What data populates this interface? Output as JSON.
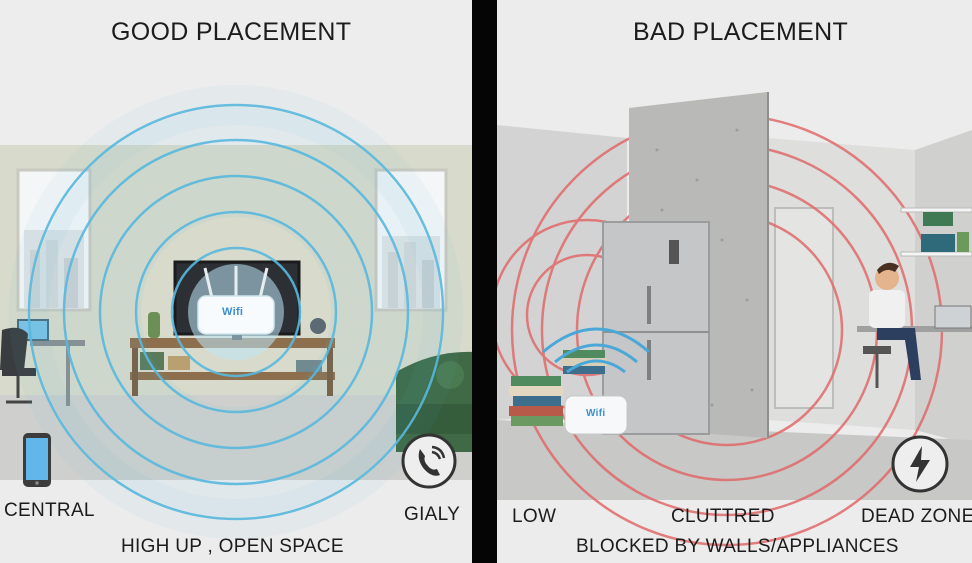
{
  "good": {
    "title": "GOOD PLACEMENT",
    "router_logo": "Wifi",
    "label_left": "CENTRAL",
    "label_right": "GIALY",
    "caption": "HIGH UP , OPEN SPACE",
    "icons": [
      "smartphone-icon",
      "phone-call-icon"
    ],
    "signal_color": "#59b8dd"
  },
  "bad": {
    "title": "BAD PLACEMENT",
    "router_logo": "Wifi",
    "label_left": "LOW",
    "label_center": "CLUTTRED",
    "label_right": "DEAD ZONE",
    "caption": "BLOCKED BY WALLS/APPLIANCES",
    "icons": [
      "lightning-bolt-icon",
      "wifi-waves-icon"
    ],
    "signal_color": "#e06a6a"
  },
  "colors": {
    "divider": "#050505",
    "background": "#ececec",
    "text": "#1c1c1c"
  }
}
